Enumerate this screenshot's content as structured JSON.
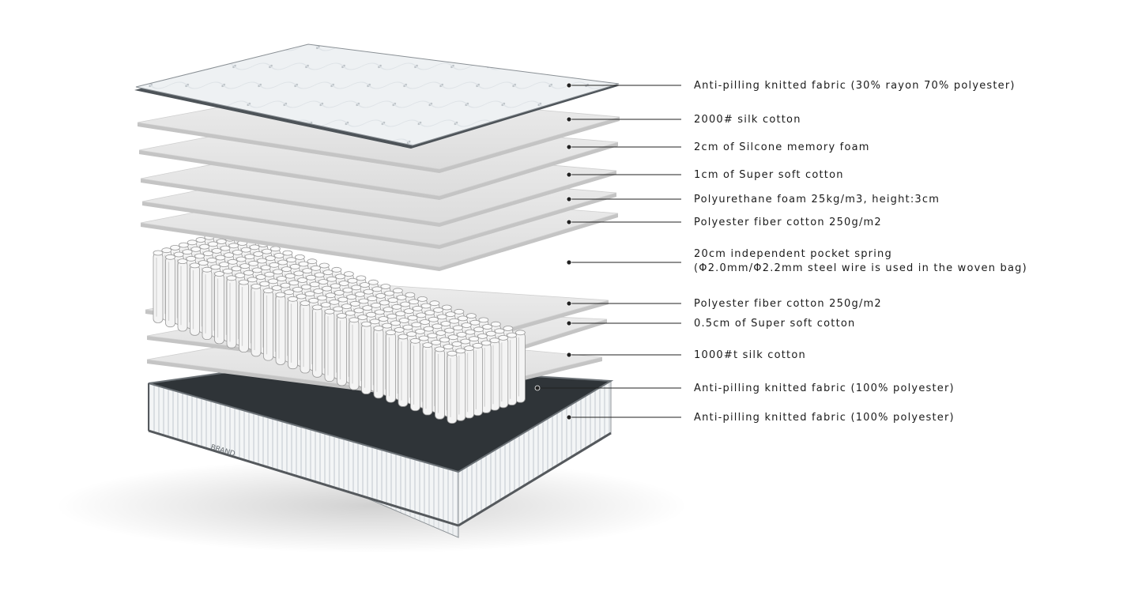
{
  "labels": [
    {
      "id": "top-knit-fabric",
      "text": "Anti-pilling knitted fabric (30% rayon 70% polyester)"
    },
    {
      "id": "silk-cotton-2000",
      "text": "2000# silk cotton"
    },
    {
      "id": "memory-foam",
      "text": "2cm of Silcone memory foam"
    },
    {
      "id": "super-soft-cotton-1cm",
      "text": "1cm of Super soft cotton"
    },
    {
      "id": "polyurethane-foam",
      "text": "Polyurethane foam 25kg/m3, height:3cm"
    },
    {
      "id": "polyester-fiber-upper",
      "text": "Polyester fiber cotton 250g/m2"
    },
    {
      "id": "pocket-spring",
      "text": "20cm independent pocket spring",
      "text2": "(Φ2.0mm/Φ2.2mm steel wire is used in the woven bag)"
    },
    {
      "id": "polyester-fiber-lower",
      "text": "Polyester fiber cotton 250g/m2"
    },
    {
      "id": "super-soft-cotton-05cm",
      "text": "0.5cm of Super soft cotton"
    },
    {
      "id": "silk-cotton-1000",
      "text": "1000#t silk cotton"
    },
    {
      "id": "bottom-knit-fabric",
      "text": "Anti-pilling knitted fabric (100% polyester)"
    },
    {
      "id": "side-knit-fabric",
      "text": "Anti-pilling knitted fabric (100% polyester)"
    }
  ],
  "colors": {
    "sheet_fill": "#e6e6e6",
    "sheet_edge": "#c9c9c9",
    "top_fabric": "#eef1f3",
    "top_border": "#555b60",
    "base_top": "#2f3438",
    "base_side": "#f2f4f5",
    "spring": "#f4f4f4",
    "leader_line": "#222222"
  }
}
